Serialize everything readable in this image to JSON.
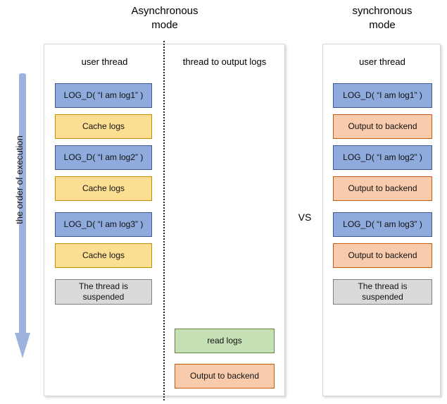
{
  "titles": {
    "async": "Asynchronous\nmode",
    "sync": "synchronous\nmode",
    "vs": "VS"
  },
  "arrow": {
    "label": "the order of execution",
    "direction": "down",
    "color": "#9DB2DC"
  },
  "palette": {
    "blue": "#8FAADC",
    "blue_border": "#3C5A8F",
    "yellow": "#FCDE92",
    "yellow_border": "#BF9000",
    "gray": "#D9D9D9",
    "gray_border": "#808080",
    "orange": "#F8CBAD",
    "orange_border": "#C55A11",
    "green": "#C5E0B4",
    "green_border": "#63843D",
    "panel_border": "#D6D6D6",
    "divider": "#2B2B2B"
  },
  "async_panel": {
    "columns": [
      {
        "header": "user thread",
        "steps": [
          {
            "label": "LOG_D( “I am log1” )",
            "color": "blue",
            "lines": 1
          },
          {
            "label": "Cache logs",
            "color": "yellow",
            "lines": 1
          },
          {
            "label": "LOG_D( “I am log2” )",
            "color": "blue",
            "lines": 1
          },
          {
            "label": "Cache logs",
            "color": "yellow",
            "lines": 1
          },
          {
            "label": "LOG_D( “I am log3” )",
            "color": "blue",
            "lines": 1
          },
          {
            "label": "Cache logs",
            "color": "yellow",
            "lines": 1
          },
          {
            "label": "The thread is\nsuspended",
            "color": "gray",
            "lines": 2
          }
        ]
      },
      {
        "header": "thread to output logs",
        "steps": [
          {
            "label": "read logs",
            "color": "green",
            "lines": 1
          },
          {
            "label": "Output to backend",
            "color": "orange",
            "lines": 1
          }
        ]
      }
    ]
  },
  "sync_panel": {
    "columns": [
      {
        "header": "user thread",
        "steps": [
          {
            "label": "LOG_D( “I am log1” )",
            "color": "blue",
            "lines": 1
          },
          {
            "label": "Output to backend",
            "color": "orange",
            "lines": 1
          },
          {
            "label": "LOG_D( “I am log2” )",
            "color": "blue",
            "lines": 1
          },
          {
            "label": "Output to backend",
            "color": "orange",
            "lines": 1
          },
          {
            "label": "LOG_D( “I am log3” )",
            "color": "blue",
            "lines": 1
          },
          {
            "label": "Output to backend",
            "color": "orange",
            "lines": 1
          },
          {
            "label": "The thread is\nsuspended",
            "color": "gray",
            "lines": 2
          }
        ]
      }
    ]
  }
}
